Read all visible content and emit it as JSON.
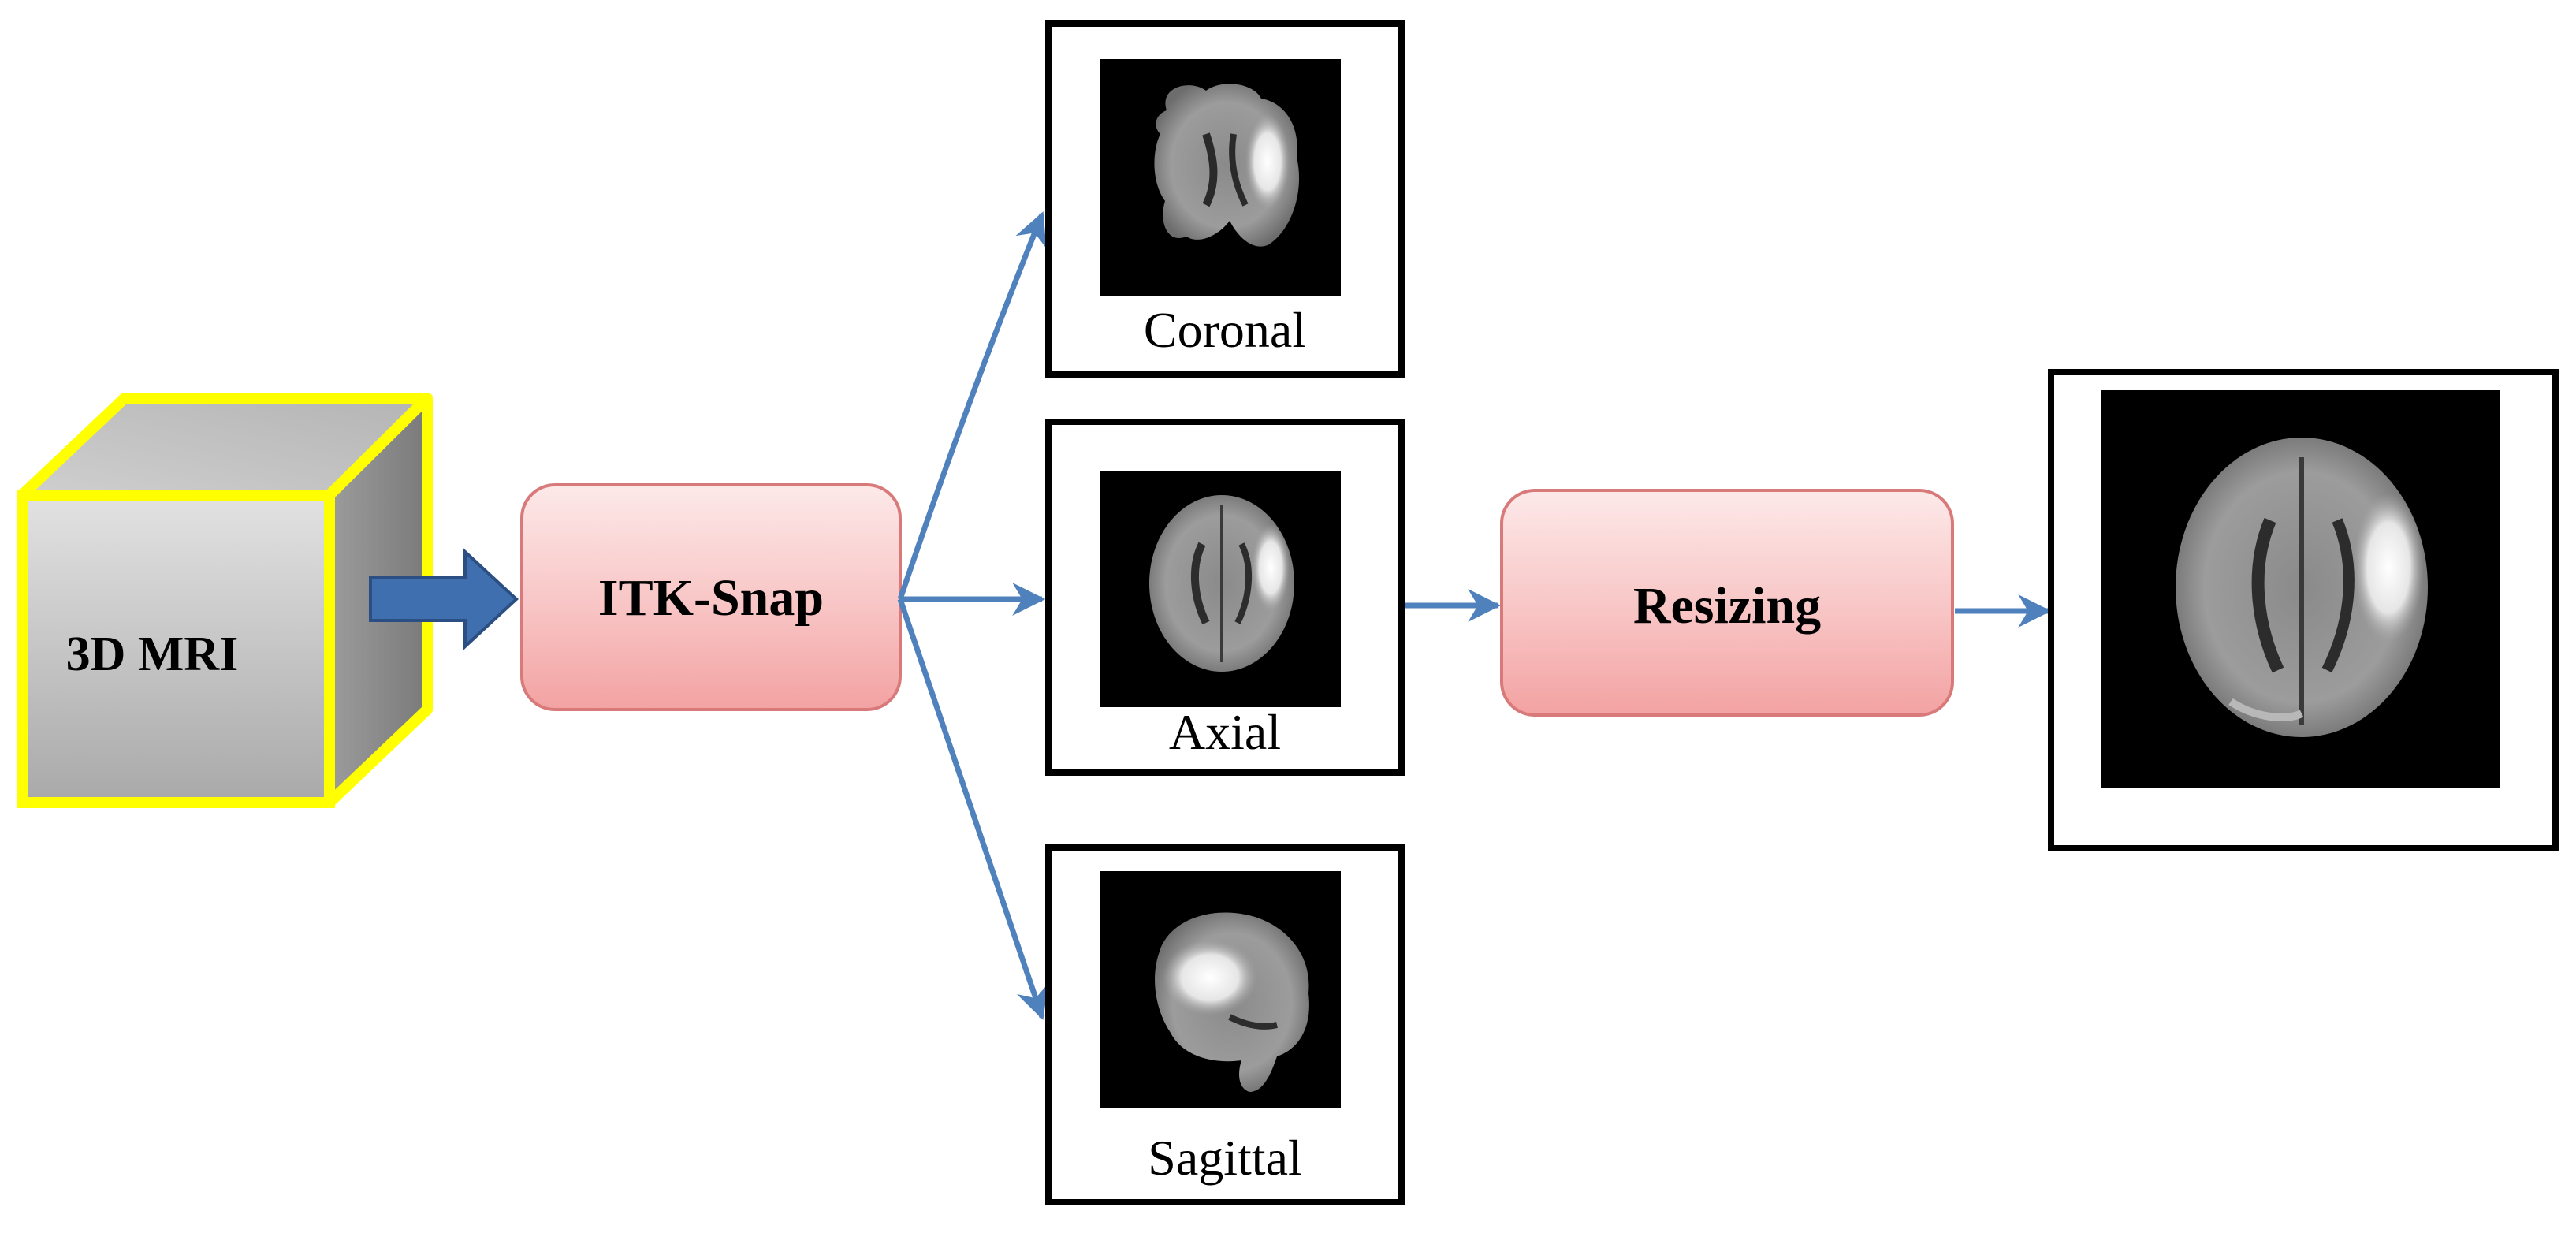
{
  "source": {
    "label": "3D MRI"
  },
  "tool": {
    "label": "ITK-Snap"
  },
  "views": [
    {
      "label": "Coronal"
    },
    {
      "label": "Axial"
    },
    {
      "label": "Sagittal"
    }
  ],
  "process": {
    "label": "Resizing"
  },
  "colors": {
    "cube_outline": "#ffff00",
    "cube_face": "#c4c4c4",
    "cube_side": "#8f8f8f",
    "process_fill_top": "#fde4e4",
    "process_fill_bottom": "#f4a6a6",
    "process_stroke": "#d97a7a",
    "arrow": "#4f81bd",
    "block_arrow": "#3f6fae",
    "frame": "#000000",
    "scan_background": "#000000"
  }
}
